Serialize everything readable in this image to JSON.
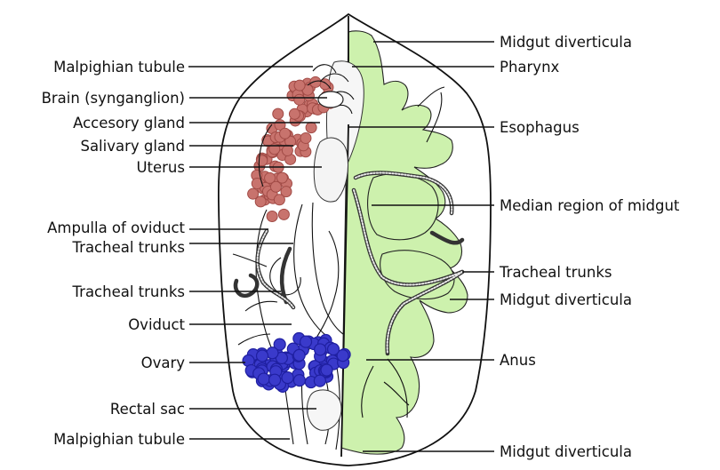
{
  "colors": {
    "midgut": "#cdf1ad",
    "reproductive": "#c8736d",
    "ovary": "#3a3acb",
    "outline": "#111111"
  },
  "labels_left": {
    "malpighian_tubule_top": "Malpighian tubule",
    "brain": "Brain (synganglion)",
    "accessory_gland": "Accesory gland",
    "salivary_gland": "Salivary gland",
    "uterus": "Uterus",
    "ampulla": "Ampulla of oviduct",
    "tracheal_trunks_1": "Tracheal trunks",
    "tracheal_trunks_2": "Tracheal trunks",
    "oviduct": "Oviduct",
    "ovary": "Ovary",
    "rectal_sac": "Rectal sac",
    "malpighian_tubule_bottom": "Malpighian tubule"
  },
  "labels_right": {
    "midgut_diverticula_top": "Midgut diverticula",
    "pharynx": "Pharynx",
    "esophagus": "Esophagus",
    "median_region": "Median region of midgut",
    "tracheal_trunks": "Tracheal trunks",
    "midgut_diverticula_mid": "Midgut diverticula",
    "anus": "Anus",
    "midgut_diverticula_bottom": "Midgut diverticula"
  }
}
